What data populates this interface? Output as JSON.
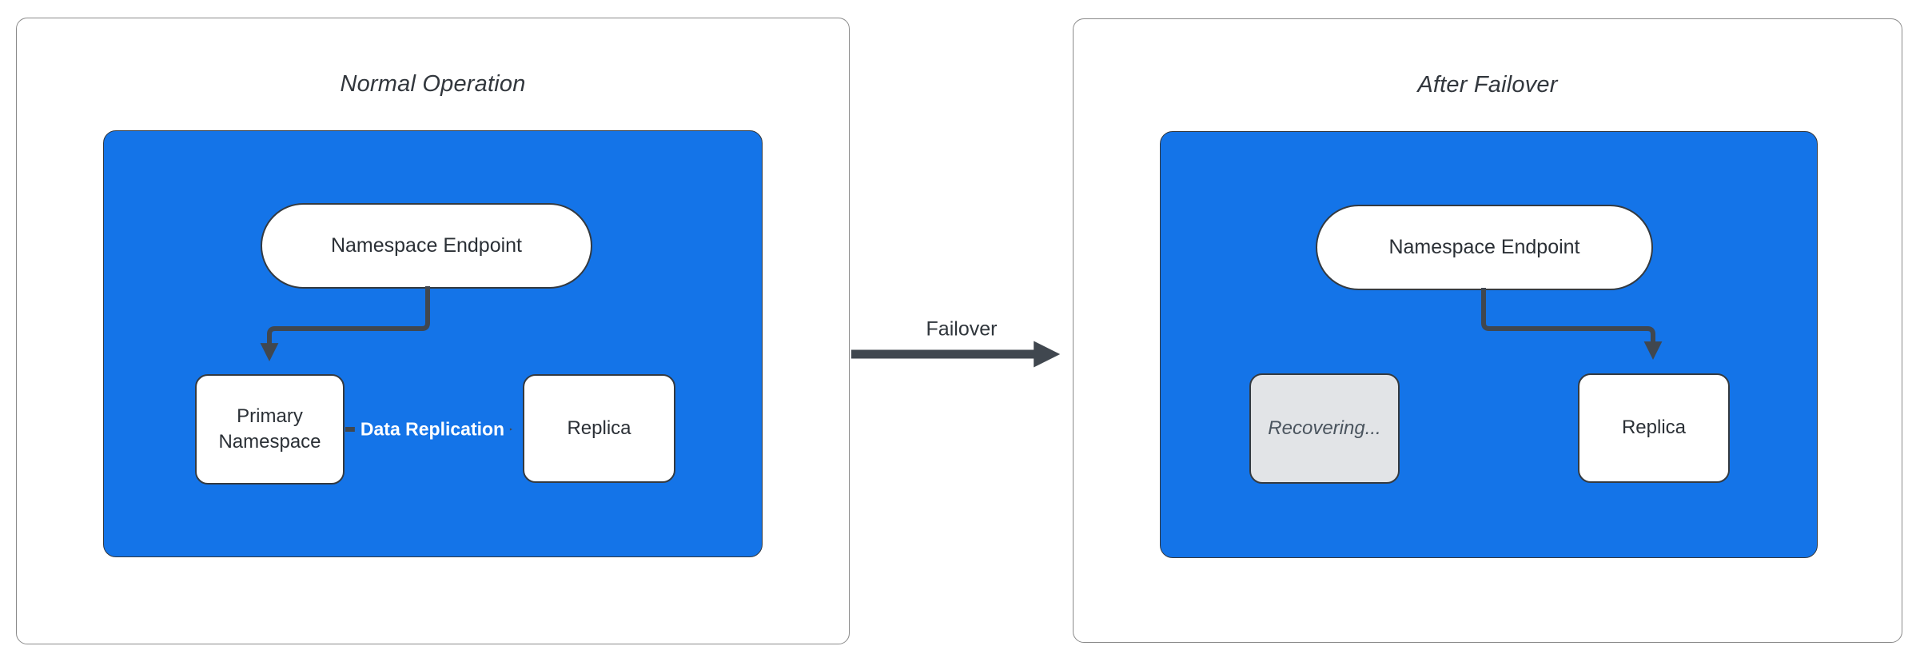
{
  "diagram": {
    "left_panel": {
      "title": "Normal Operation",
      "nodes": {
        "endpoint": {
          "label": "Namespace Endpoint"
        },
        "primary": {
          "label": "Primary Namespace"
        },
        "replica": {
          "label": "Replica"
        }
      },
      "edges": {
        "replication_label": "Data Replication"
      }
    },
    "right_panel": {
      "title": "After Failover",
      "nodes": {
        "endpoint": {
          "label": "Namespace Endpoint"
        },
        "recovering": {
          "label": "Recovering..."
        },
        "replica": {
          "label": "Replica"
        }
      }
    },
    "failover_edge": {
      "label": "Failover"
    },
    "colors": {
      "container_blue": "#1474e8",
      "node_border": "#343a40",
      "edge_stroke": "#40474f",
      "disabled_fill": "#e2e4e7",
      "panel_border": "#8a8a8a",
      "title_text": "#32373d",
      "background": "#ffffff"
    }
  }
}
